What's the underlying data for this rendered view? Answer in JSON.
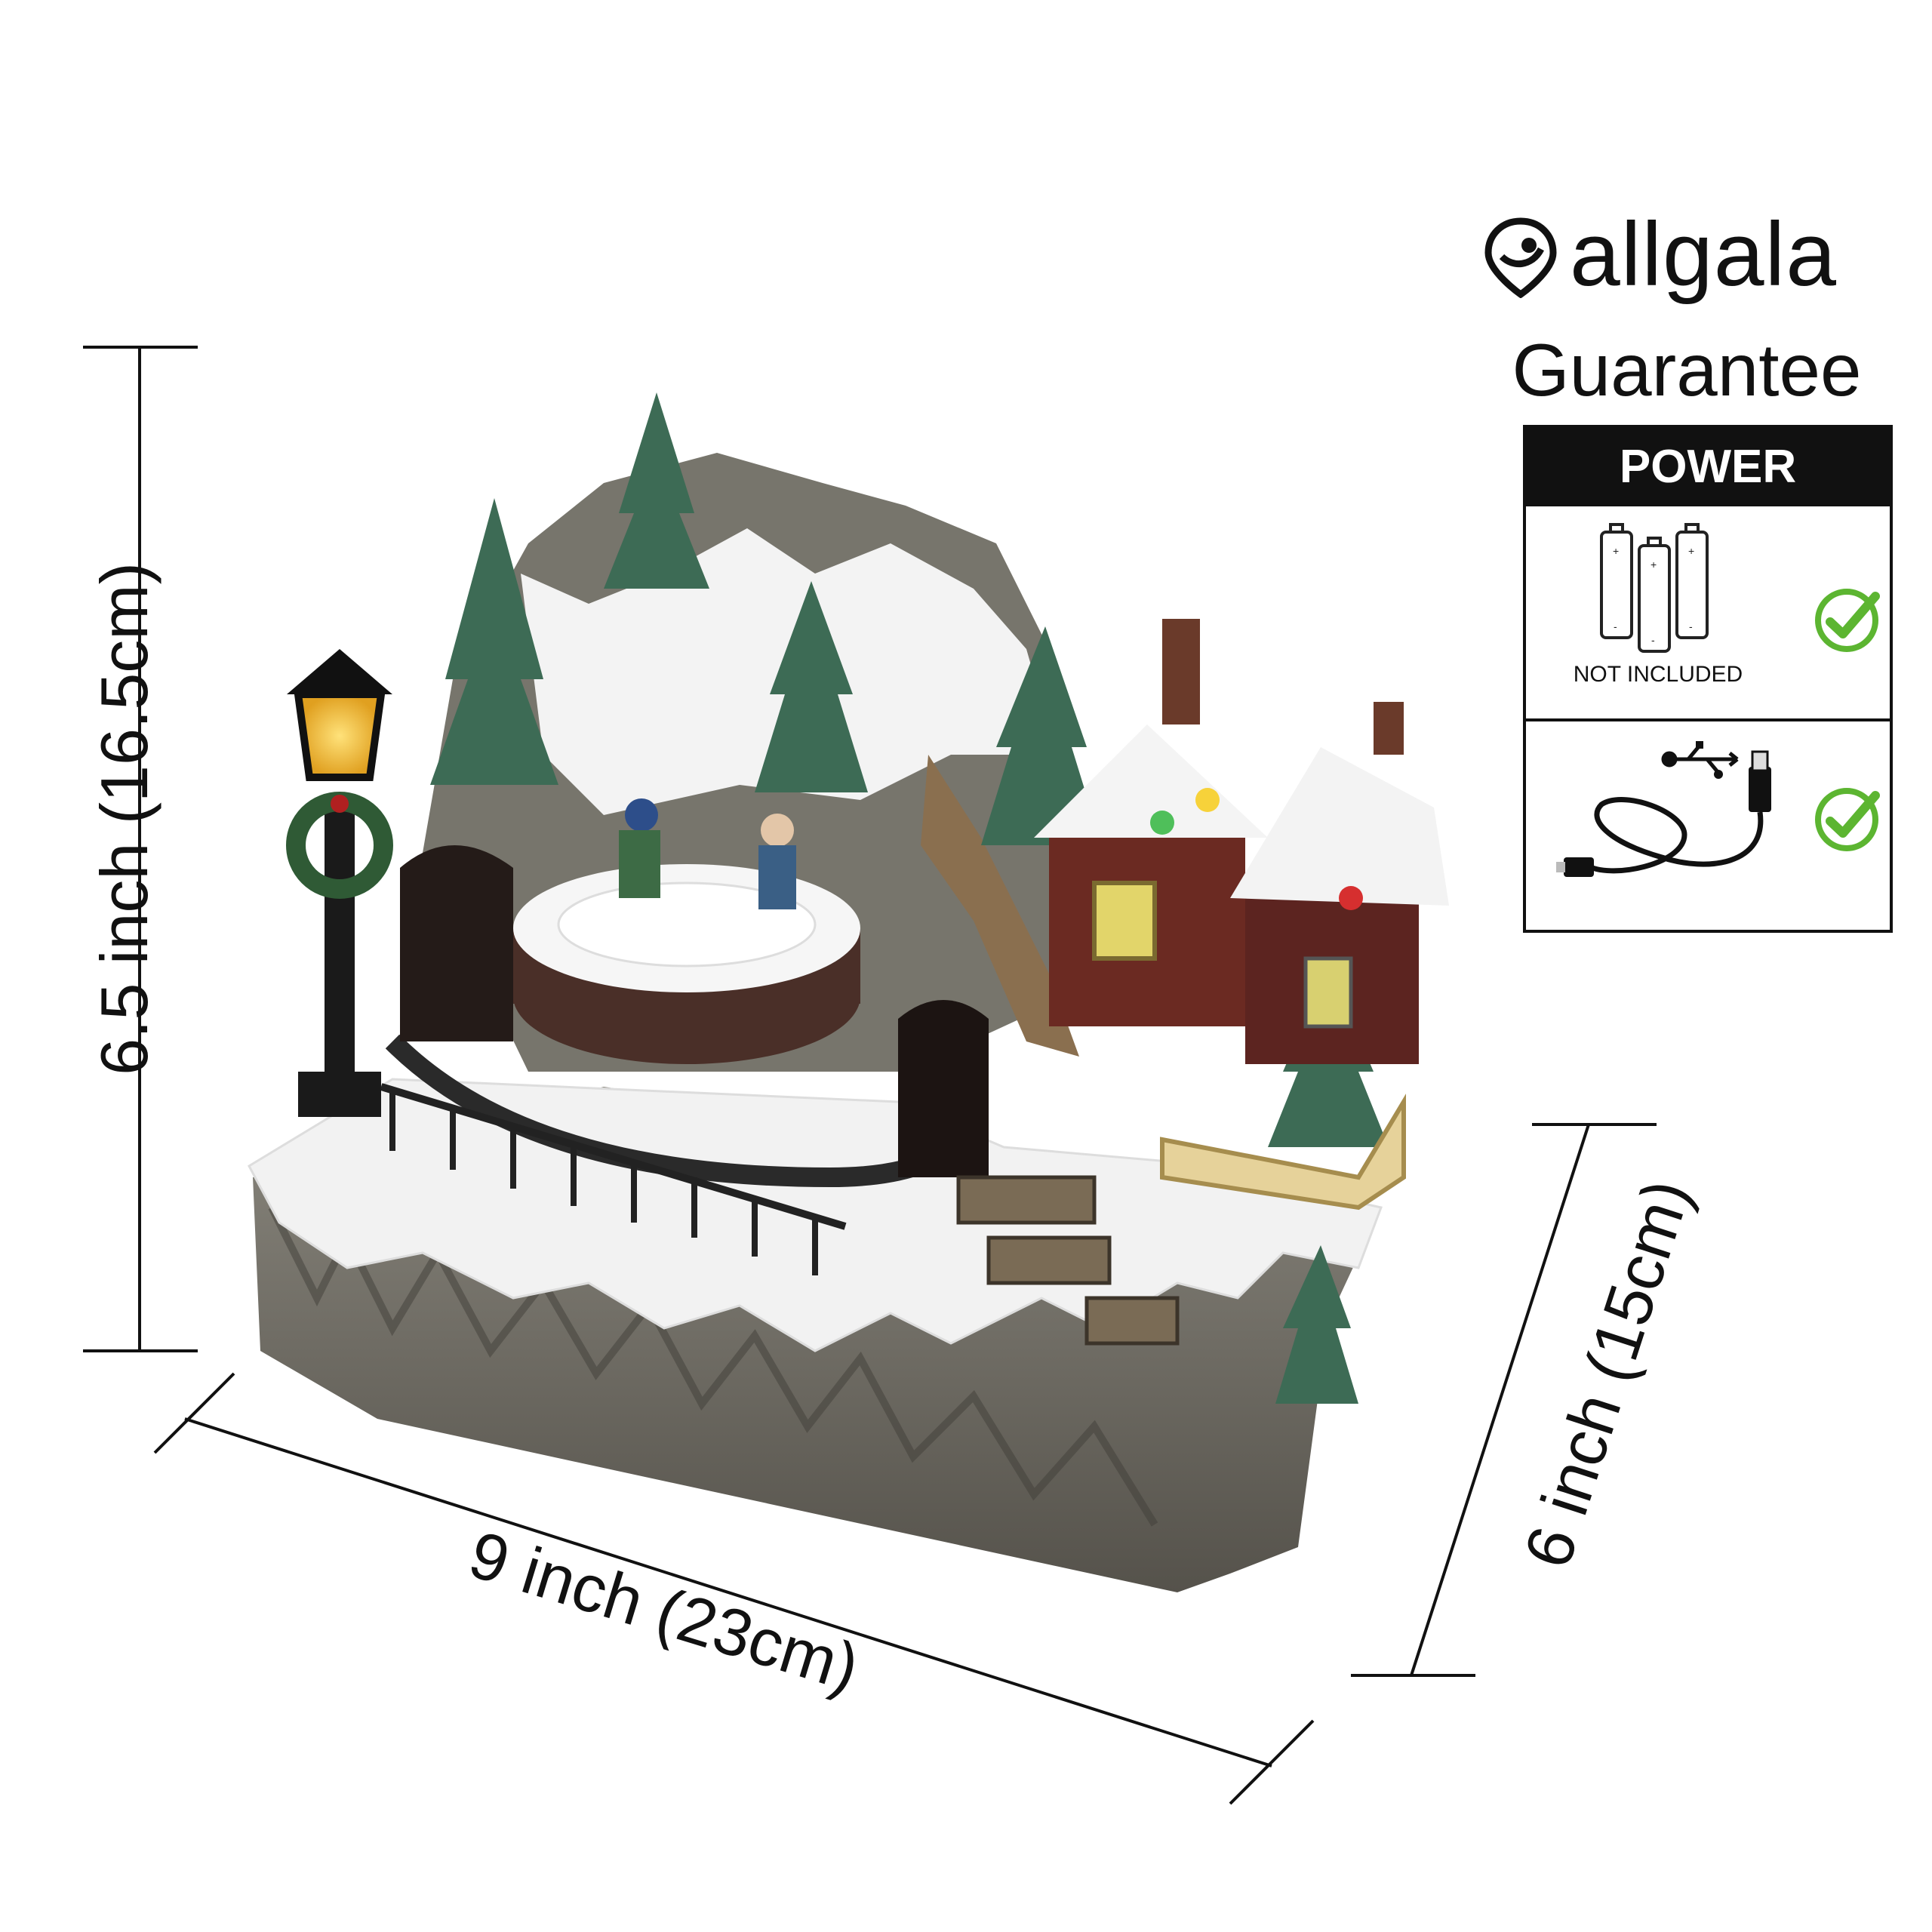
{
  "brand": {
    "name": "allgala",
    "tagline": "Guarantee",
    "icon": "location-pin-logo"
  },
  "power_source": {
    "title": "POWER SOURCE",
    "options": [
      {
        "icon": "batteries-icon",
        "caption": "NOT INCLUDED",
        "status_icon": "green-check-icon"
      },
      {
        "icon": "usb-cable-icon",
        "caption": "",
        "status_icon": "green-check-icon"
      }
    ]
  },
  "dimensions": {
    "height": "6.5 inch (16.5cm)",
    "width": "9 inch (23cm)",
    "depth": "6 inch (15cm)"
  },
  "colors": {
    "text": "#111111",
    "check_green": "#5cb531",
    "rock": "#6e6b63",
    "snow": "#f4f4f4",
    "house": "#6b2a22"
  }
}
